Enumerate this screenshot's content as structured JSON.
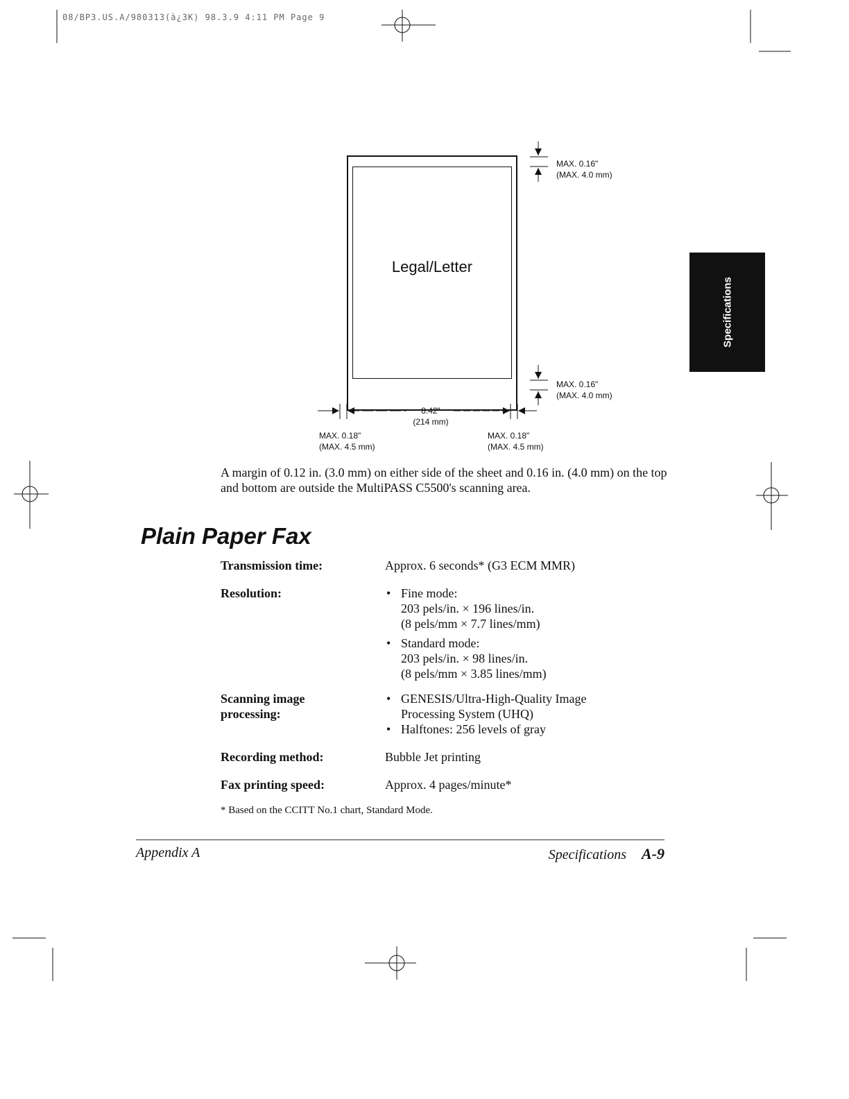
{
  "header": {
    "slug": "08/BP3.US.A/980313(à¿3K)  98.3.9 4:11 PM  Page 9"
  },
  "diagram": {
    "sheet_label": "Legal/Letter",
    "top_margin": {
      "line1": "MAX. 0.16\"",
      "line2": "(MAX. 4.0 mm)"
    },
    "bottom_margin": {
      "line1": "MAX. 0.16\"",
      "line2": "(MAX. 4.0 mm)"
    },
    "width": {
      "line1": "8.42\"",
      "line2": "(214 mm)"
    },
    "left_margin": {
      "line1": "MAX. 0.18\"",
      "line2": "(MAX. 4.5 mm)"
    },
    "right_margin": {
      "line1": "MAX. 0.18\"",
      "line2": "(MAX. 4.5 mm)"
    }
  },
  "side_tab": {
    "label": "Specifications"
  },
  "intro_paragraph": "A margin of 0.12 in. (3.0 mm) on either side of the sheet and 0.16 in. (4.0 mm) on the top and bottom are outside the MultiPASS C5500's scanning area.",
  "section": {
    "title": "Plain Paper Fax",
    "specs": {
      "transmission": {
        "label": "Transmission time:",
        "value": "Approx. 6 seconds* (G3 ECM MMR)"
      },
      "resolution": {
        "label": "Resolution:",
        "fine": {
          "title": "Fine mode:",
          "line1": "203 pels/in. × 196 lines/in.",
          "line2": "(8 pels/mm × 7.7 lines/mm)"
        },
        "standard": {
          "title": "Standard mode:",
          "line1": "203 pels/in. × 98 lines/in.",
          "line2": "(8 pels/mm × 3.85 lines/mm)"
        }
      },
      "scanning": {
        "label_line1": "Scanning image",
        "label_line2": "processing:",
        "item1_line1": "GENESIS/Ultra-High-Quality Image",
        "item1_line2": "Processing System (UHQ)",
        "item2": "Halftones: 256 levels of gray"
      },
      "recording": {
        "label": "Recording method:",
        "value": "Bubble Jet printing"
      },
      "fax_speed": {
        "label": "Fax printing speed:",
        "value": "Approx. 4 pages/minute*"
      }
    },
    "footnote": "* Based on the CCITT No.1 chart, Standard Mode."
  },
  "footer": {
    "left": "Appendix A",
    "section": "Specifications",
    "page": "A-9"
  }
}
